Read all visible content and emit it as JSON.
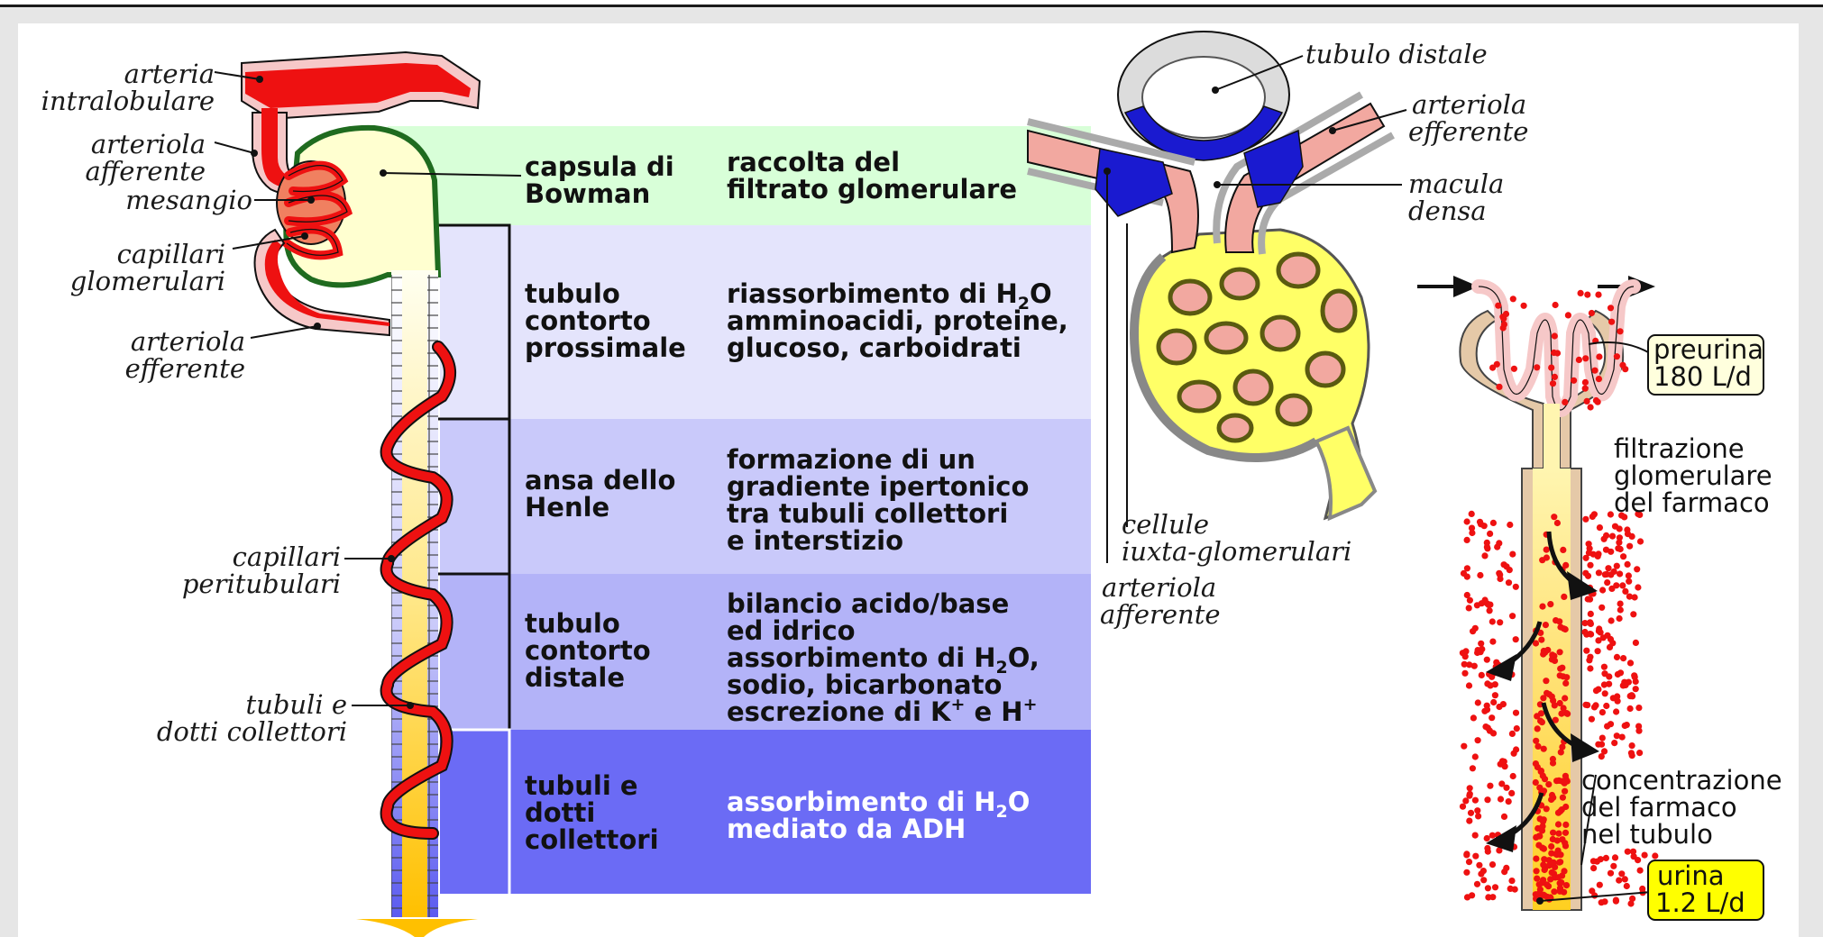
{
  "left_labels": {
    "arteria_intralobulare": [
      "arteria",
      "intralobulare"
    ],
    "arteriola_afferente": [
      "arteriola",
      "afferente"
    ],
    "mesangio": "mesangio",
    "capillari_glomerulari": [
      "capillari",
      "glomerulari"
    ],
    "arteriola_efferente": [
      "arteriola",
      "efferente"
    ],
    "capillari_peritubulari": [
      "capillari",
      "peritubulari"
    ],
    "tubuli_dotti": [
      "tubuli e",
      "dotti collettori"
    ]
  },
  "table": [
    {
      "segment": [
        "capsula di",
        "Bowman"
      ],
      "function": [
        [
          "raccolta del"
        ],
        [
          "filtrato glomerulare"
        ]
      ],
      "color": "#d8ffd8"
    },
    {
      "segment": [
        "tubulo",
        "contorto",
        "prossimale"
      ],
      "function": [
        [
          "riassorbimento di H",
          "2",
          "O"
        ],
        [
          "amminoacidi, proteine,"
        ],
        [
          "glucoso, carboidrati"
        ]
      ],
      "color": "#e4e4fc"
    },
    {
      "segment": [
        "ansa dello",
        "Henle"
      ],
      "function": [
        [
          "formazione di un"
        ],
        [
          "gradiente ipertonico"
        ],
        [
          "tra tubuli collettori"
        ],
        [
          "e interstizio"
        ]
      ],
      "color": "#c9c9fa"
    },
    {
      "segment": [
        "tubulo",
        "contorto",
        "distale"
      ],
      "function": [
        [
          "bilancio acido/base"
        ],
        [
          "ed idrico"
        ],
        [
          "assorbimento di H",
          "2",
          "O,"
        ],
        [
          "sodio, bicarbonato"
        ],
        [
          "escrezione di K",
          "+",
          " e H",
          "+"
        ]
      ],
      "color": "#b3b3f8"
    },
    {
      "segment": [
        "tubuli e",
        "dotti",
        "collettori"
      ],
      "function": [
        [
          "assorbimento di H",
          "2",
          "O"
        ],
        [
          "mediato da ADH"
        ]
      ],
      "color": "#6b6bf5"
    }
  ],
  "glomerulus_labels": {
    "tubulo_distale": "tubulo distale",
    "arteriola_efferente": [
      "arteriola",
      "efferente"
    ],
    "macula_densa": [
      "macula",
      "densa"
    ],
    "cellule_iuxta": [
      "cellule",
      "iuxta-glomerulari"
    ],
    "arteriola_afferente": [
      "arteriola",
      "afferente"
    ]
  },
  "pharmaco": {
    "preurina": [
      "preurina",
      "180 L/d"
    ],
    "filtrazione": [
      "filtrazione",
      "glomerulare",
      "del farmaco"
    ],
    "concentrazione": [
      "concentrazione",
      "del farmaco",
      "nel tubulo"
    ],
    "urina": [
      "urina",
      "1.2 L/d"
    ]
  },
  "colors": {
    "artery_red": "#ee1111",
    "artery_pink": "#f6c8c8",
    "capsule_green": "#1f6b1f",
    "capsule_fill": "#ffffd0",
    "tubule_yellow": "#ffcc00",
    "macula_blue": "#1a1ad0",
    "glom_yellow": "#ffff66",
    "urine_box": "#ffff00",
    "preurine_box": "#ffffdd"
  }
}
